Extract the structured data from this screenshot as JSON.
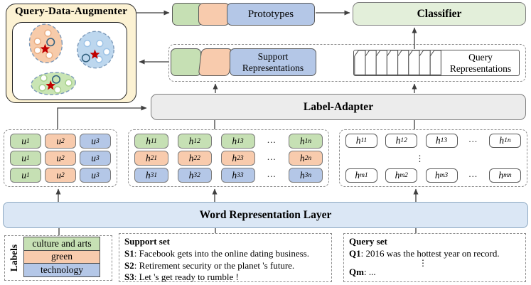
{
  "palette": {
    "green": "#c6e0b4",
    "orange": "#f8cbad",
    "blue": "#b4c7e7",
    "cream": "#fcf2d3",
    "bar_blue": "#dbe7f5",
    "classifier_green": "#e3efda",
    "adapter_gray": "#ececec",
    "star_red": "#c00000"
  },
  "qda": {
    "title": "Query-Data-Augmenter"
  },
  "prototypes": {
    "label": "Prototypes"
  },
  "classifier": {
    "label": "Classifier"
  },
  "support_reps": {
    "line1": "Support",
    "line2": "Representations"
  },
  "query_reps": {
    "line1": "Query",
    "line2": "Representations",
    "slat_count": 8
  },
  "label_adapter": {
    "label": "Label-Adapter"
  },
  "word_layer": {
    "label": "Word Representation Layer"
  },
  "grids": {
    "u_grid": {
      "rows": [
        {
          "cells": [
            {
              "b": "u",
              "s": "1",
              "c": "green"
            },
            {
              "b": "u",
              "s": "2",
              "c": "orange"
            },
            {
              "b": "u",
              "s": "3",
              "c": "blue"
            }
          ]
        },
        {
          "cells": [
            {
              "b": "u",
              "s": "1",
              "c": "green"
            },
            {
              "b": "u",
              "s": "2",
              "c": "orange"
            },
            {
              "b": "u",
              "s": "3",
              "c": "blue"
            }
          ]
        },
        {
          "cells": [
            {
              "b": "u",
              "s": "1",
              "c": "green"
            },
            {
              "b": "u",
              "s": "2",
              "c": "orange"
            },
            {
              "b": "u",
              "s": "3",
              "c": "blue"
            }
          ]
        }
      ]
    },
    "h_grid": {
      "rows": [
        {
          "c": "green",
          "cells": [
            {
              "b": "h",
              "s": "11"
            },
            {
              "b": "h",
              "s": "12"
            },
            {
              "b": "h",
              "s": "13"
            },
            {
              "dots": "..."
            },
            {
              "b": "h",
              "s": "1n"
            }
          ]
        },
        {
          "c": "orange",
          "cells": [
            {
              "b": "h",
              "s": "21"
            },
            {
              "b": "h",
              "s": "22"
            },
            {
              "b": "h",
              "s": "23"
            },
            {
              "dots": "..."
            },
            {
              "b": "h",
              "s": "2n"
            }
          ]
        },
        {
          "c": "blue",
          "cells": [
            {
              "b": "h",
              "s": "31"
            },
            {
              "b": "h",
              "s": "32"
            },
            {
              "b": "h",
              "s": "33"
            },
            {
              "dots": "..."
            },
            {
              "b": "h",
              "s": "3n"
            }
          ]
        }
      ]
    },
    "q_grid": {
      "vdots": "⋮",
      "rows": [
        {
          "c": "white",
          "cells": [
            {
              "b": "h",
              "s": "11"
            },
            {
              "b": "h",
              "s": "12"
            },
            {
              "b": "h",
              "s": "13"
            },
            {
              "dots": "..."
            },
            {
              "b": "h",
              "s": "1n"
            }
          ]
        },
        {
          "c": "white",
          "cells": [
            {
              "b": "h",
              "s": "m1"
            },
            {
              "b": "h",
              "s": "m2"
            },
            {
              "b": "h",
              "s": "m3"
            },
            {
              "dots": "..."
            },
            {
              "b": "h",
              "s": "mn"
            }
          ]
        }
      ]
    }
  },
  "labels_box": {
    "title": "Labels",
    "items": [
      {
        "text": "culture and arts",
        "color": "green"
      },
      {
        "text": "green",
        "color": "orange"
      },
      {
        "text": "technology",
        "color": "blue"
      }
    ]
  },
  "support_set": {
    "title": "Support set",
    "items": [
      {
        "tag": "S1",
        "text": ": Facebook gets into the online dating business."
      },
      {
        "tag": "S2",
        "text": ": Retirement security or the planet 's future."
      },
      {
        "tag": "S3",
        "text": ": Let 's get ready to rumble !"
      }
    ]
  },
  "query_set": {
    "title": "Query set",
    "first": {
      "tag": "Q1",
      "text": ": 2016 was the hottest year on record."
    },
    "vdots": "⋮",
    "last": {
      "tag": "Qm",
      "text": ": ..."
    }
  }
}
